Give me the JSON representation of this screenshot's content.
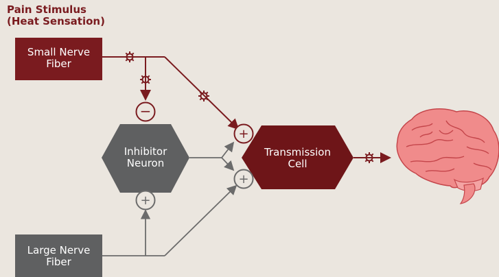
{
  "diagram": {
    "stimulus_title": [
      "Pain Stimulus",
      "(Heat Sensation)"
    ],
    "small_fiber_label": [
      "Small Nerve",
      "Fiber"
    ],
    "large_fiber_label": [
      "Large Nerve",
      "Fiber"
    ],
    "inhibitor_label": [
      "Inhibitor",
      "Neuron"
    ],
    "transmission_label": [
      "Transmission",
      "Cell"
    ],
    "signs": {
      "minus": "−",
      "plus": "+"
    },
    "colors": {
      "background": "#ebe6df",
      "maroon": "#7a1b1f",
      "gray": "#5f6061",
      "brain_pink": "#f08b8b",
      "brain_line": "#c4454a"
    },
    "icons": [
      "synapse-icon",
      "brain-icon"
    ]
  }
}
